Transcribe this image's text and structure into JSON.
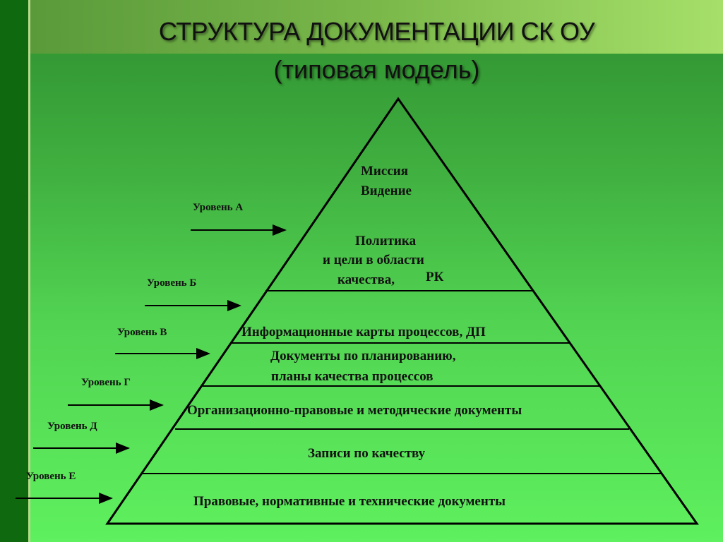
{
  "title": {
    "line1": "СТРУКТУРА ДОКУМЕНТАЦИИ СК ОУ",
    "line2": "(типовая модель)"
  },
  "levels": [
    {
      "label": "Уровень А"
    },
    {
      "label": "Уровень Б"
    },
    {
      "label": "Уровень В"
    },
    {
      "label": "Уровень Г"
    },
    {
      "label": "Уровень Д"
    },
    {
      "label": "Уровень Е"
    }
  ],
  "pyramid": {
    "apex": {
      "mission": "Миссия",
      "vision": "Видение",
      "policy1": "Политика",
      "policy2": "и цели в области",
      "policy3": "качества,",
      "rk": "РК"
    },
    "tiers": [
      {
        "text": "Информационные карты процессов, ДП"
      },
      {
        "line1": "Документы по планированию,",
        "line2": "планы качества процессов"
      },
      {
        "text": "Организационно-правовые и методические документы"
      },
      {
        "text": "Записи по качеству"
      },
      {
        "text": "Правовые, нормативные и технические документы"
      }
    ]
  }
}
